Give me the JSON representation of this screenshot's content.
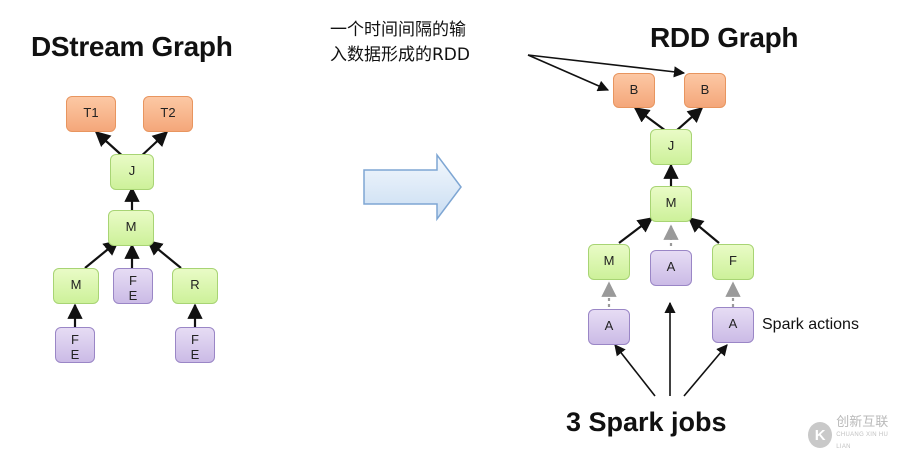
{
  "left_title": "DStream Graph",
  "right_title": "RDD Graph",
  "annotation_line1": "一个时间间隔的输",
  "annotation_line2": "入数据形成的RDD",
  "dstream_nodes": {
    "t1": "T1",
    "t2": "T2",
    "j": "J",
    "m_mid": "M",
    "m_low": "M",
    "fe_mid_top": "F",
    "fe_mid_bottom": "E",
    "r": "R",
    "fe_left_top": "F",
    "fe_left_bottom": "E",
    "fe_right_top": "F",
    "fe_right_bottom": "E"
  },
  "rdd_nodes": {
    "b1": "B",
    "b2": "B",
    "j": "J",
    "m_mid": "M",
    "m_low": "M",
    "a_mid": "A",
    "f": "F",
    "a_left": "A",
    "a_right": "A"
  },
  "spark_actions_label": "Spark actions",
  "spark_jobs_label": "3 Spark jobs",
  "watermark": {
    "cn": "创新互联",
    "en": "CHUANG XIN HU LIAN",
    "logo_glyph": "K"
  },
  "colors": {
    "orange": "#f4a77a",
    "green": "#cdf19a",
    "purple": "#cbbbe6",
    "arrow_main": "#dce8f5",
    "arrow_border": "#7ea6d3"
  }
}
